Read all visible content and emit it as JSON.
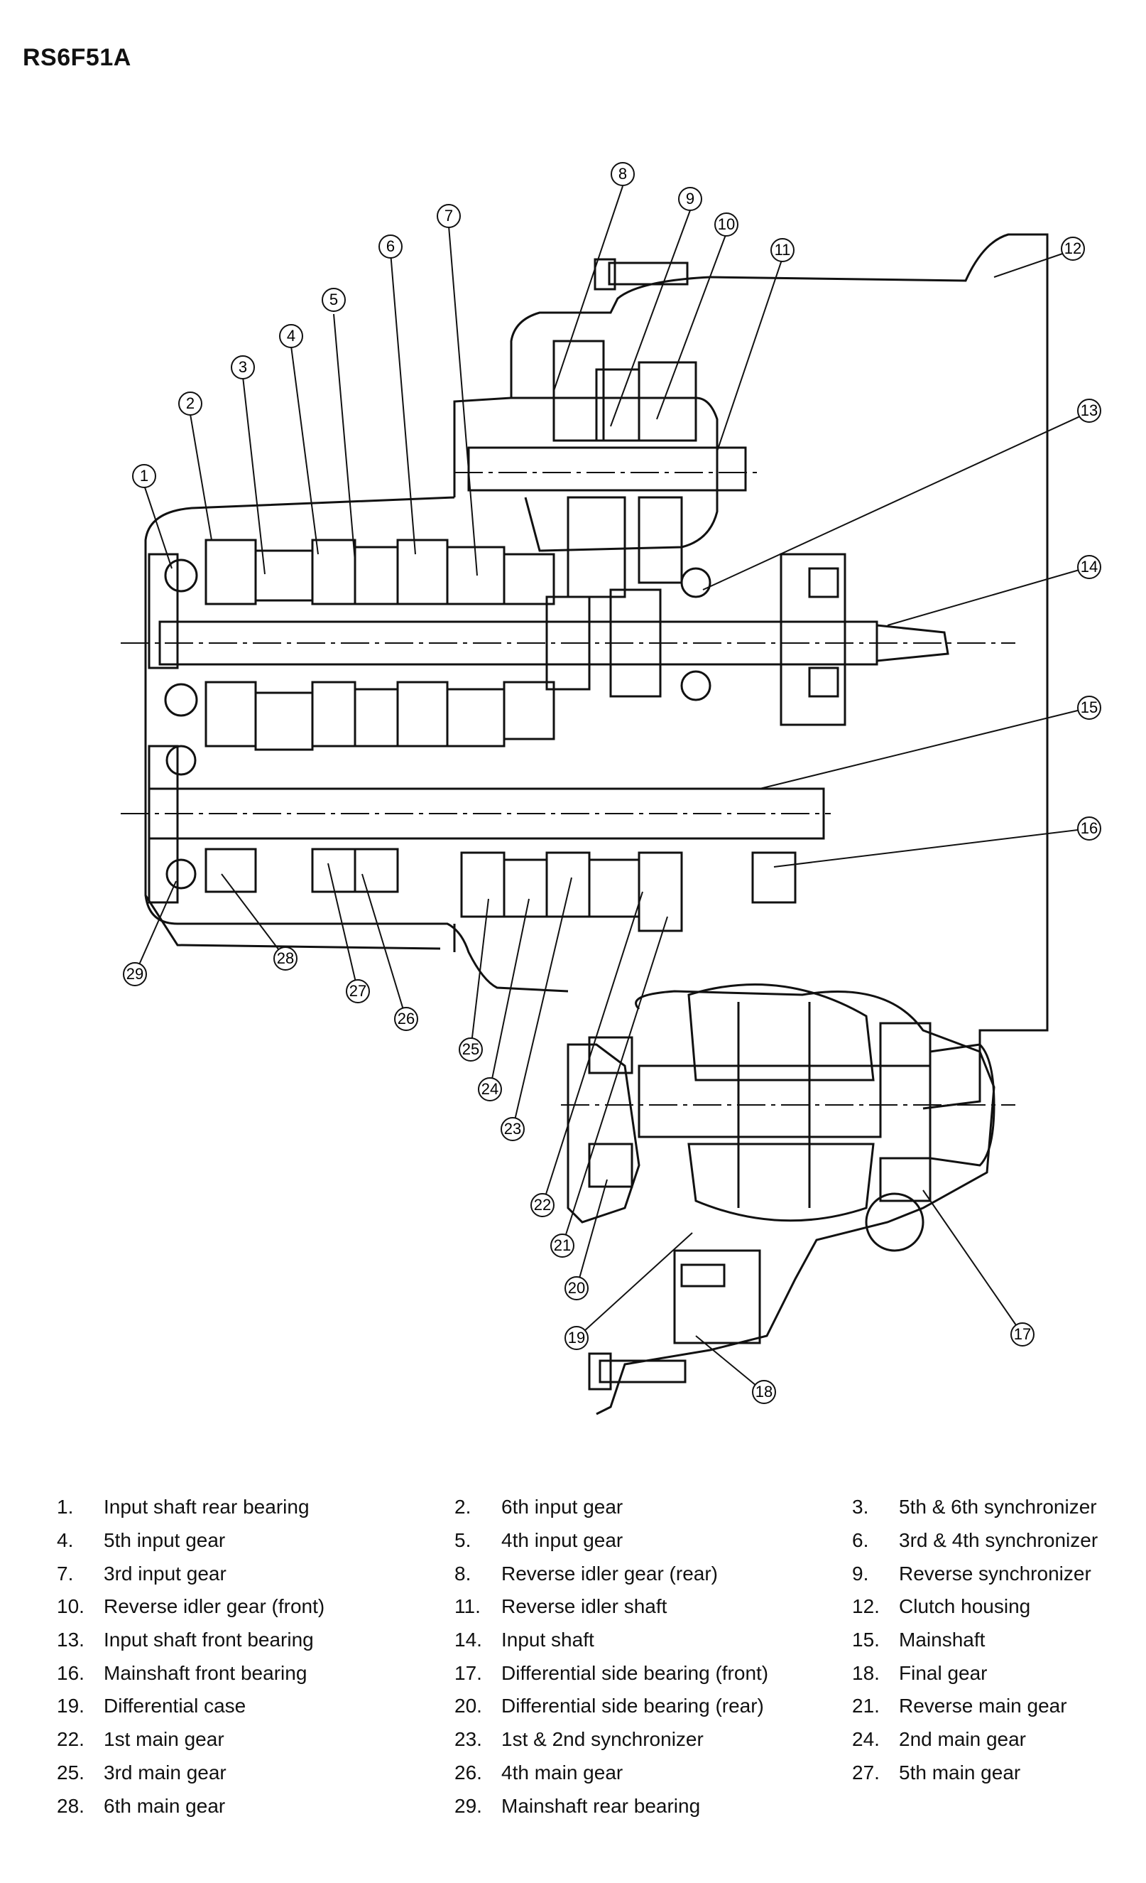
{
  "title": "RS6F51A",
  "callouts": [
    {
      "num": "1",
      "label": "Input shaft rear bearing"
    },
    {
      "num": "2",
      "label": "6th input gear"
    },
    {
      "num": "3",
      "label": "5th & 6th synchronizer"
    },
    {
      "num": "4",
      "label": "5th input gear"
    },
    {
      "num": "5",
      "label": "4th input gear"
    },
    {
      "num": "6",
      "label": "3rd & 4th synchronizer"
    },
    {
      "num": "7",
      "label": "3rd input gear"
    },
    {
      "num": "8",
      "label": "Reverse idler gear (rear)"
    },
    {
      "num": "9",
      "label": "Reverse synchronizer"
    },
    {
      "num": "10",
      "label": "Reverse idler gear (front)"
    },
    {
      "num": "11",
      "label": "Reverse idler shaft"
    },
    {
      "num": "12",
      "label": "Clutch housing"
    },
    {
      "num": "13",
      "label": "Input shaft front bearing"
    },
    {
      "num": "14",
      "label": "Input shaft"
    },
    {
      "num": "15",
      "label": "Mainshaft"
    },
    {
      "num": "16",
      "label": "Mainshaft front bearing"
    },
    {
      "num": "17",
      "label": "Differential side bearing (front)"
    },
    {
      "num": "18",
      "label": "Final gear"
    },
    {
      "num": "19",
      "label": "Differential case"
    },
    {
      "num": "20",
      "label": "Differential side bearing (rear)"
    },
    {
      "num": "21",
      "label": "Reverse main gear"
    },
    {
      "num": "22",
      "label": "1st main gear"
    },
    {
      "num": "23",
      "label": "1st & 2nd synchronizer"
    },
    {
      "num": "24",
      "label": "2nd main gear"
    },
    {
      "num": "25",
      "label": "3rd main gear"
    },
    {
      "num": "26",
      "label": "4th main gear"
    },
    {
      "num": "27",
      "label": "5th main gear"
    },
    {
      "num": "28",
      "label": "6th main gear"
    },
    {
      "num": "29",
      "label": "Mainshaft rear bearing"
    }
  ],
  "legend": [
    {
      "num": "1.",
      "text": "Input shaft rear bearing"
    },
    {
      "num": "2.",
      "text": "6th input gear"
    },
    {
      "num": "3.",
      "text": "5th & 6th synchronizer"
    },
    {
      "num": "4.",
      "text": "5th input gear"
    },
    {
      "num": "5.",
      "text": "4th input gear"
    },
    {
      "num": "6.",
      "text": "3rd & 4th synchronizer"
    },
    {
      "num": "7.",
      "text": "3rd input gear"
    },
    {
      "num": "8.",
      "text": "Reverse idler gear (rear)"
    },
    {
      "num": "9.",
      "text": "Reverse synchronizer"
    },
    {
      "num": "10.",
      "text": "Reverse idler gear (front)"
    },
    {
      "num": "11.",
      "text": "Reverse idler shaft"
    },
    {
      "num": "12.",
      "text": "Clutch housing"
    },
    {
      "num": "13.",
      "text": "Input shaft front bearing"
    },
    {
      "num": "14.",
      "text": "Input shaft"
    },
    {
      "num": "15.",
      "text": "Mainshaft"
    },
    {
      "num": "16.",
      "text": "Mainshaft front bearing"
    },
    {
      "num": "17.",
      "text": "Differential side bearing (front)"
    },
    {
      "num": "18.",
      "text": "Final gear"
    },
    {
      "num": "19.",
      "text": "Differential case"
    },
    {
      "num": "20.",
      "text": "Differential side bearing (rear)"
    },
    {
      "num": "21.",
      "text": "Reverse main gear"
    },
    {
      "num": "22.",
      "text": "1st main gear"
    },
    {
      "num": "23.",
      "text": "1st & 2nd synchronizer"
    },
    {
      "num": "24.",
      "text": "2nd main gear"
    },
    {
      "num": "25.",
      "text": "3rd main gear"
    },
    {
      "num": "26.",
      "text": "4th main gear"
    },
    {
      "num": "27.",
      "text": "5th main gear"
    },
    {
      "num": "28.",
      "text": "6th main gear"
    },
    {
      "num": "29.",
      "text": "Mainshaft rear bearing"
    }
  ]
}
